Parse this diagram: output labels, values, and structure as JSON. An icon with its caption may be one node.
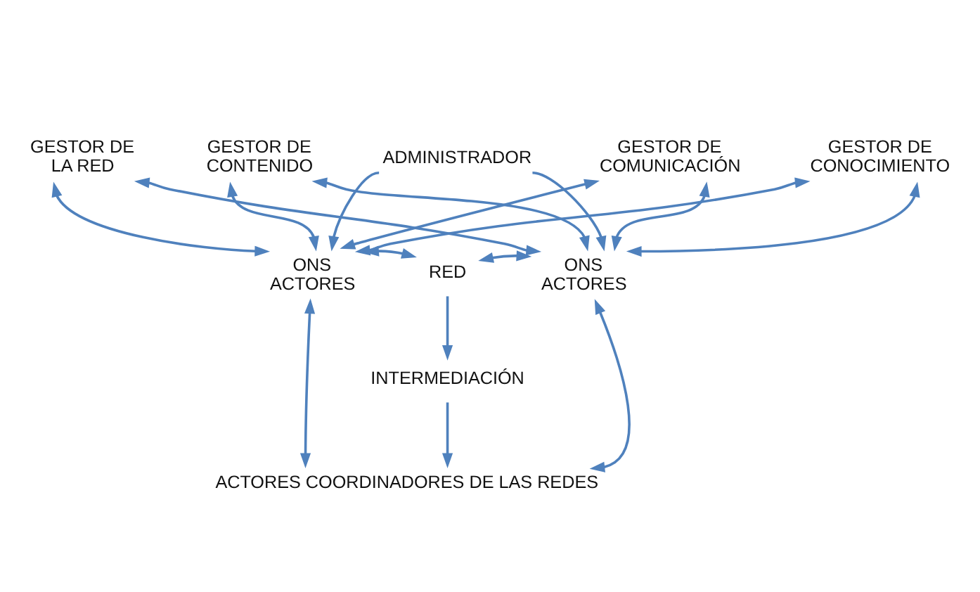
{
  "diagram": {
    "nodes": [
      {
        "text": [
          "GESTOR DE LA RED"
        ]
      },
      {
        "text": [
          "GESTOR DE CONTENIDO"
        ]
      },
      {
        "text": [
          "GESTOR DE COMUNICACIÓN"
        ]
      },
      {
        "text": [
          "GESTOR DE CONOCIMIENTO"
        ]
      },
      {
        "text": [
          "ADMINISTRADOR"
        ]
      },
      {
        "text": [
          "ONS ACTORES"
        ]
      },
      {
        "text": [
          "RED"
        ]
      },
      {
        "text": [
          "ONS ACTORES"
        ]
      },
      {
        "text": [
          "INTERMEDIACIÓN"
        ]
      },
      {
        "text": [
          "ACTORES COORDINADORES DE LAS REDES"
        ]
      }
    ],
    "edges": [
      {
        "from": 5,
        "to": 0,
        "arrow": "both"
      },
      {
        "from": 5,
        "to": 1,
        "arrow": "both"
      },
      {
        "from": 5,
        "to": 2,
        "arrow": "both"
      },
      {
        "from": 5,
        "to": 3,
        "arrow": "both"
      },
      {
        "from": 7,
        "to": 0,
        "arrow": "both"
      },
      {
        "from": 7,
        "to": 1,
        "arrow": "both"
      },
      {
        "from": 7,
        "to": 2,
        "arrow": "both"
      },
      {
        "from": 7,
        "to": 3,
        "arrow": "both"
      },
      {
        "from": 4,
        "to": 5,
        "arrow": "to"
      },
      {
        "from": 4,
        "to": 7,
        "arrow": "to"
      },
      {
        "from": 5,
        "to": 6,
        "arrow": "both"
      },
      {
        "from": 6,
        "to": 7,
        "arrow": "both"
      },
      {
        "from": 6,
        "to": 8,
        "arrow": "to"
      },
      {
        "from": 8,
        "to": 9,
        "arrow": "to"
      },
      {
        "from": 5,
        "to": 9,
        "arrow": "both"
      },
      {
        "from": 7,
        "to": 9,
        "arrow": "both"
      }
    ]
  }
}
